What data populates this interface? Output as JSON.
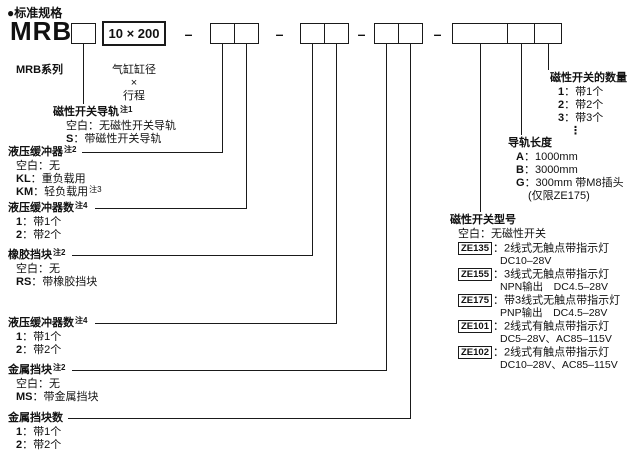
{
  "header": {
    "title": "●标准规格"
  },
  "model": {
    "prefix": "MRB",
    "bore_stroke": "10 × 200",
    "series_label": "MRB系列",
    "bore_label_1": "气缸缸径",
    "bore_label_2": "×",
    "bore_label_3": "行程",
    "dash": "–"
  },
  "sections": {
    "rail": {
      "title": "磁性开关导轨",
      "note": "注1",
      "items": [
        {
          "code": "",
          "desc": "空白：无磁性开关导轨"
        },
        {
          "code": "S",
          "desc": "：带磁性开关导轨"
        }
      ]
    },
    "buffer": {
      "title": "液压缓冲器",
      "note": "注2",
      "items": [
        {
          "code": "",
          "desc": "空白：无"
        },
        {
          "code": "KL",
          "desc": "：重负载用"
        },
        {
          "code": "KM",
          "desc": "：轻负载用",
          "note": "注3"
        }
      ]
    },
    "buffer_count1": {
      "title": "液压缓冲器数",
      "note": "注4",
      "items": [
        {
          "code": "1",
          "desc": "：带1个"
        },
        {
          "code": "2",
          "desc": "：带2个"
        }
      ]
    },
    "rubber": {
      "title": "橡胶挡块",
      "note": "注2",
      "items": [
        {
          "code": "",
          "desc": "空白：无"
        },
        {
          "code": "RS",
          "desc": "：带橡胶挡块"
        }
      ]
    },
    "buffer_count2": {
      "title": "液压缓冲器数",
      "note": "注4",
      "items": [
        {
          "code": "1",
          "desc": "：带1个"
        },
        {
          "code": "2",
          "desc": "：带2个"
        }
      ]
    },
    "metal": {
      "title": "金属挡块",
      "note": "注2",
      "items": [
        {
          "code": "",
          "desc": "空白：无"
        },
        {
          "code": "MS",
          "desc": "：带金属挡块"
        }
      ]
    },
    "metal_count": {
      "title": "金属挡块数",
      "items": [
        {
          "code": "1",
          "desc": "：带1个"
        },
        {
          "code": "2",
          "desc": "：带2个"
        }
      ]
    },
    "switch_count": {
      "title": "磁性开关的数量",
      "items": [
        {
          "code": "1",
          "desc": "：带1个"
        },
        {
          "code": "2",
          "desc": "：带2个"
        },
        {
          "code": "3",
          "desc": "：带3个"
        }
      ],
      "dots": "⋮"
    },
    "rail_length": {
      "title": "导轨长度",
      "items": [
        {
          "code": "A",
          "desc": "：1000mm"
        },
        {
          "code": "B",
          "desc": "：3000mm"
        },
        {
          "code": "G",
          "desc": "：300mm 带M8插头"
        }
      ],
      "note_line": "(仅限ZE175)"
    },
    "switch_model": {
      "title": "磁性开关型号",
      "items": [
        {
          "code": "",
          "desc": "空白：无磁性开关",
          "sub": ""
        },
        {
          "code": "ZE135",
          "desc": "：2线式无触点带指示灯",
          "sub": "DC10–28V"
        },
        {
          "code": "ZE155",
          "desc": "：3线式无触点带指示灯",
          "sub": "NPN输出　DC4.5–28V"
        },
        {
          "code": "ZE175",
          "desc": "：带3线式无触点带指示灯",
          "sub": "PNP输出　DC4.5–28V"
        },
        {
          "code": "ZE101",
          "desc": "：2线式有触点带指示灯",
          "sub": "DC5–28V、AC85–115V"
        },
        {
          "code": "ZE102",
          "desc": "：2线式有触点带指示灯",
          "sub": "DC10–28V、AC85–115V"
        }
      ]
    }
  },
  "colors": {
    "background": "#ffffff",
    "text": "#111111",
    "line": "#1a1a1a"
  }
}
